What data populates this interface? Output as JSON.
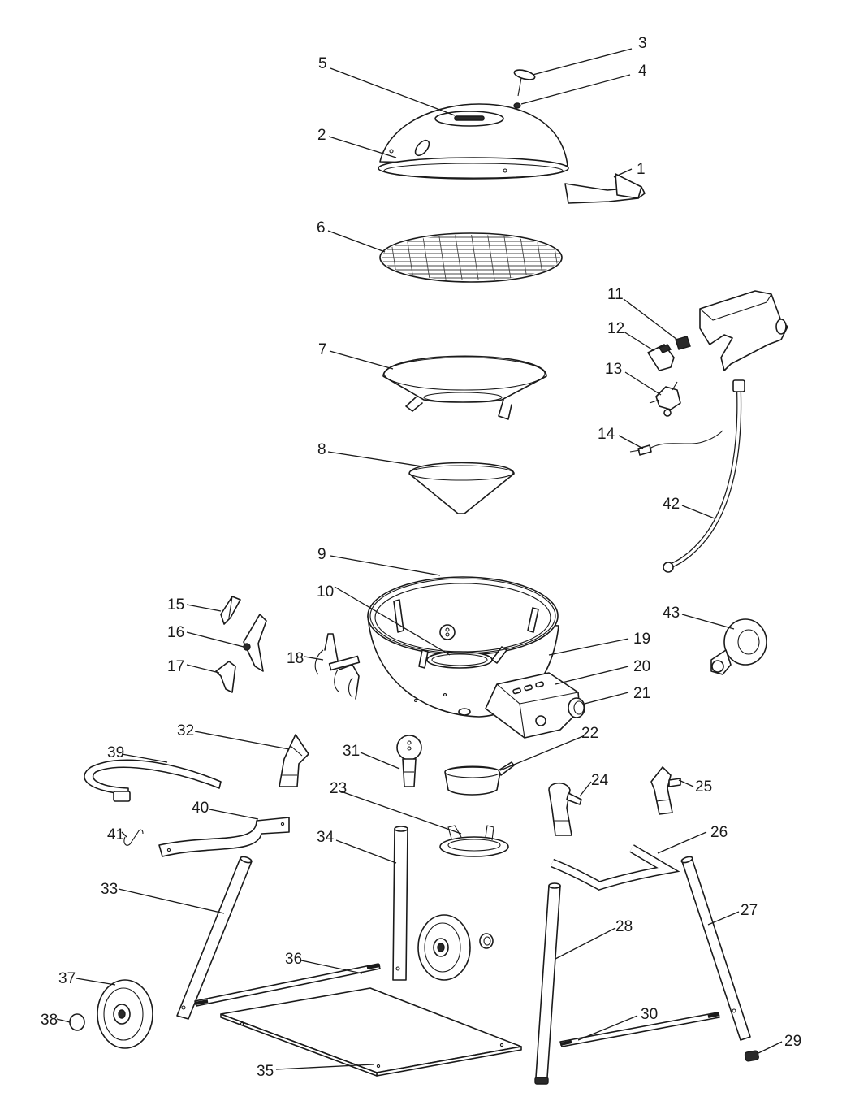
{
  "diagram": {
    "labels": [
      "1",
      "2",
      "3",
      "4",
      "5",
      "6",
      "7",
      "8",
      "9",
      "10",
      "11",
      "12",
      "13",
      "14",
      "15",
      "16",
      "17",
      "18",
      "19",
      "20",
      "21",
      "22",
      "23",
      "24",
      "25",
      "26",
      "27",
      "28",
      "29",
      "30",
      "31",
      "32",
      "33",
      "34",
      "35",
      "36",
      "37",
      "38",
      "39",
      "40",
      "41",
      "42",
      "43"
    ],
    "parts": [
      {
        "id": "1",
        "icon": "lid-handle-icon"
      },
      {
        "id": "2",
        "icon": "grill-lid-icon"
      },
      {
        "id": "3",
        "icon": "thermometer-icon"
      },
      {
        "id": "4",
        "icon": "thermometer-nut-icon"
      },
      {
        "id": "5",
        "icon": "lid-badge-icon"
      },
      {
        "id": "6",
        "icon": "cooking-grate-icon"
      },
      {
        "id": "7",
        "icon": "heat-tent-icon"
      },
      {
        "id": "8",
        "icon": "burner-funnel-icon"
      },
      {
        "id": "9",
        "icon": "grill-bowl-icon"
      },
      {
        "id": "10",
        "icon": "bowl-inner-ring-icon"
      },
      {
        "id": "11",
        "icon": "knob-clip-icon"
      },
      {
        "id": "12",
        "icon": "igniter-icon"
      },
      {
        "id": "13",
        "icon": "valve-icon"
      },
      {
        "id": "14",
        "icon": "electrode-wire-icon"
      },
      {
        "id": "15",
        "icon": "bracket-icon"
      },
      {
        "id": "16",
        "icon": "bracket-icon"
      },
      {
        "id": "17",
        "icon": "bracket-icon"
      },
      {
        "id": "18",
        "icon": "tool-hook-icon"
      },
      {
        "id": "19",
        "icon": "bowl-rim-icon"
      },
      {
        "id": "20",
        "icon": "control-panel-icon"
      },
      {
        "id": "21",
        "icon": "control-knob-icon"
      },
      {
        "id": "22",
        "icon": "grease-cup-icon"
      },
      {
        "id": "23",
        "icon": "grease-cup-holder-icon"
      },
      {
        "id": "24",
        "icon": "leg-socket-icon"
      },
      {
        "id": "25",
        "icon": "leg-socket-icon"
      },
      {
        "id": "26",
        "icon": "u-handle-icon"
      },
      {
        "id": "27",
        "icon": "leg-tube-icon"
      },
      {
        "id": "28",
        "icon": "leg-tube-icon"
      },
      {
        "id": "29",
        "icon": "foot-cap-icon"
      },
      {
        "id": "30",
        "icon": "axle-rod-icon"
      },
      {
        "id": "31",
        "icon": "leg-socket-icon"
      },
      {
        "id": "32",
        "icon": "leg-socket-icon"
      },
      {
        "id": "33",
        "icon": "leg-tube-icon"
      },
      {
        "id": "34",
        "icon": "leg-tube-icon"
      },
      {
        "id": "35",
        "icon": "bottom-shelf-icon"
      },
      {
        "id": "36",
        "icon": "axle-rod-icon"
      },
      {
        "id": "37",
        "icon": "wheel-icon"
      },
      {
        "id": "38",
        "icon": "hub-cap-icon"
      },
      {
        "id": "39",
        "icon": "strap-icon"
      },
      {
        "id": "40",
        "icon": "strap-icon"
      },
      {
        "id": "41",
        "icon": "spring-clip-icon"
      },
      {
        "id": "42",
        "icon": "gas-hose-icon"
      },
      {
        "id": "43",
        "icon": "regulator-icon"
      }
    ]
  }
}
